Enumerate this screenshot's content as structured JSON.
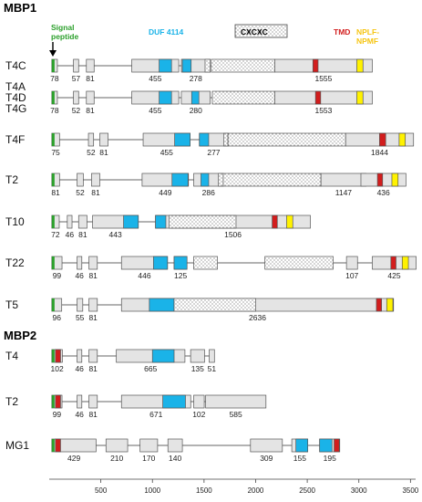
{
  "sections": [
    {
      "title": "MBP1"
    },
    {
      "title": "MBP2"
    }
  ],
  "legend": {
    "signal_peptide": {
      "line1": "Signal",
      "line2": "peptide",
      "color": "#2ca02c"
    },
    "duf": {
      "label": "DUF 4114",
      "color": "#1ab3e8"
    },
    "cxcxc": {
      "label": "CXCXC"
    },
    "tmd": {
      "label": "TMD",
      "color": "#d21d1d"
    },
    "nplf": {
      "line1": "NPLF-",
      "line2": "NPMF",
      "color": "#f6c514"
    }
  },
  "colors": {
    "gray_box": "#e4e4e4",
    "box_stroke": "#555555",
    "signal": "#2ca02c",
    "duf": "#1ab3e8",
    "tmd": "#d21d1d",
    "nplf": "#fff200"
  },
  "rows": [
    {
      "labels": [
        "T4C"
      ],
      "elements": [
        {
          "type": "segment",
          "start": 25,
          "end": 79,
          "label": "78"
        },
        {
          "type": "segment",
          "start": 235,
          "end": 285,
          "label": "57"
        },
        {
          "type": "segment",
          "start": 360,
          "end": 435,
          "label": "81"
        },
        {
          "type": "segment",
          "start": 800,
          "end": 1255,
          "label": "455",
          "blocks": [
            {
              "kind": "duf",
              "start": 1065,
              "end": 1185
            }
          ]
        },
        {
          "type": "segment",
          "start": 1280,
          "end": 1560,
          "label": "278",
          "blocks": [
            {
              "kind": "duf",
              "start": 1290,
              "end": 1375
            }
          ]
        },
        {
          "type": "cxcxc",
          "start": 1510,
          "end": 1560
        },
        {
          "type": "cxcxc",
          "start": 1570,
          "end": 2185
        },
        {
          "type": "segment",
          "start": 2185,
          "end": 3130,
          "label": "1555",
          "blocks": [
            {
              "kind": "tmd",
              "start": 2555,
              "end": 2605
            },
            {
              "kind": "nplf",
              "start": 2980,
              "end": 3040
            }
          ]
        }
      ]
    },
    {
      "labels": [
        "T4A",
        "T4D",
        "T4G"
      ],
      "elements": [
        {
          "type": "segment",
          "start": 25,
          "end": 79,
          "label": "78"
        },
        {
          "type": "segment",
          "start": 235,
          "end": 285,
          "label": "52"
        },
        {
          "type": "segment",
          "start": 360,
          "end": 435,
          "label": "81"
        },
        {
          "type": "segment",
          "start": 800,
          "end": 1255,
          "label": "455",
          "blocks": [
            {
              "kind": "duf",
              "start": 1065,
              "end": 1185
            }
          ]
        },
        {
          "type": "segment",
          "start": 1280,
          "end": 1560,
          "label": "280",
          "blocks": [
            {
              "kind": "duf",
              "start": 1380,
              "end": 1450
            }
          ]
        },
        {
          "type": "cxcxc",
          "start": 1580,
          "end": 2185
        },
        {
          "type": "segment",
          "start": 2185,
          "end": 3130,
          "label": "1553",
          "blocks": [
            {
              "kind": "tmd",
              "start": 2580,
              "end": 2630
            },
            {
              "kind": "nplf",
              "start": 2980,
              "end": 3040
            }
          ]
        }
      ]
    },
    {
      "labels": [
        "T4F"
      ],
      "elements": [
        {
          "type": "segment",
          "start": 25,
          "end": 100,
          "label": "75"
        },
        {
          "type": "segment",
          "start": 380,
          "end": 430,
          "label": "52"
        },
        {
          "type": "segment",
          "start": 490,
          "end": 570,
          "label": "81"
        },
        {
          "type": "segment",
          "start": 910,
          "end": 1365,
          "label": "455",
          "blocks": [
            {
              "kind": "duf",
              "start": 1215,
              "end": 1365
            }
          ]
        },
        {
          "type": "segment",
          "start": 1455,
          "end": 1732,
          "label": "277",
          "blocks": [
            {
              "kind": "duf",
              "start": 1455,
              "end": 1545
            }
          ]
        },
        {
          "type": "cxcxc",
          "start": 1690,
          "end": 1732
        },
        {
          "type": "cxcxc",
          "start": 1732,
          "end": 2872
        },
        {
          "type": "segment",
          "start": 2872,
          "end": 3530,
          "label": "1844",
          "blocks": [
            {
              "kind": "tmd",
              "start": 3200,
              "end": 3260
            },
            {
              "kind": "nplf",
              "start": 3390,
              "end": 3450
            }
          ]
        }
      ]
    },
    {
      "labels": [
        "T2"
      ],
      "elements": [
        {
          "type": "segment",
          "start": 25,
          "end": 100,
          "label": "81"
        },
        {
          "type": "segment",
          "start": 270,
          "end": 330,
          "label": "52"
        },
        {
          "type": "segment",
          "start": 410,
          "end": 490,
          "label": "81"
        },
        {
          "type": "segment",
          "start": 900,
          "end": 1349,
          "label": "449",
          "blocks": [
            {
              "kind": "duf",
              "start": 1190,
              "end": 1345
            }
          ]
        },
        {
          "type": "segment",
          "start": 1400,
          "end": 1686,
          "label": "286",
          "blocks": [
            {
              "kind": "duf",
              "start": 1470,
              "end": 1545
            }
          ]
        },
        {
          "type": "cxcxc",
          "start": 1640,
          "end": 1686
        },
        {
          "type": "cxcxc",
          "start": 1686,
          "end": 2633
        },
        {
          "type": "segment",
          "start": 2633,
          "end": 3070,
          "label": "1147"
        },
        {
          "type": "segment",
          "start": 3020,
          "end": 3456,
          "label": "436",
          "blocks": [
            {
              "kind": "tmd",
              "start": 3180,
              "end": 3230
            },
            {
              "kind": "nplf",
              "start": 3320,
              "end": 3380
            }
          ]
        }
      ]
    },
    {
      "labels": [
        "T10"
      ],
      "elements": [
        {
          "type": "segment",
          "start": 25,
          "end": 97,
          "label": "72"
        },
        {
          "type": "segment",
          "start": 175,
          "end": 221,
          "label": "46"
        },
        {
          "type": "segment",
          "start": 285,
          "end": 366,
          "label": "81"
        },
        {
          "type": "segment",
          "start": 420,
          "end": 863,
          "label": "443",
          "blocks": [
            {
              "kind": "duf",
              "start": 720,
              "end": 863
            }
          ]
        },
        {
          "type": "segment",
          "start": 1030,
          "end": 2530,
          "label": "1506",
          "blocks": [
            {
              "kind": "duf",
              "start": 1030,
              "end": 1130
            },
            {
              "kind": "tmd",
              "start": 2160,
              "end": 2210
            },
            {
              "kind": "nplf",
              "start": 2300,
              "end": 2360
            }
          ]
        },
        {
          "type": "cxcxc",
          "start": 1160,
          "end": 1810
        }
      ]
    },
    {
      "labels": [
        "T22"
      ],
      "elements": [
        {
          "type": "segment",
          "start": 25,
          "end": 124,
          "label": "99"
        },
        {
          "type": "segment",
          "start": 270,
          "end": 316,
          "label": "46"
        },
        {
          "type": "segment",
          "start": 385,
          "end": 466,
          "label": "81"
        },
        {
          "type": "segment",
          "start": 700,
          "end": 1146,
          "label": "446",
          "blocks": [
            {
              "kind": "duf",
              "start": 1010,
              "end": 1146
            }
          ]
        },
        {
          "type": "segment",
          "start": 1210,
          "end": 1335,
          "label": "125",
          "blocks": [
            {
              "kind": "duf",
              "start": 1210,
              "end": 1335
            }
          ]
        },
        {
          "type": "cxcxc",
          "start": 1400,
          "end": 1630
        },
        {
          "type": "cxcxc",
          "start": 2090,
          "end": 2751
        },
        {
          "type": "segment",
          "start": 2880,
          "end": 2987,
          "label": "107"
        },
        {
          "type": "segment",
          "start": 3130,
          "end": 3555,
          "label": "425",
          "blocks": [
            {
              "kind": "tmd",
              "start": 3310,
              "end": 3360
            },
            {
              "kind": "nplf",
              "start": 3420,
              "end": 3480
            }
          ]
        }
      ]
    },
    {
      "labels": [
        "T5"
      ],
      "elements": [
        {
          "type": "segment",
          "start": 25,
          "end": 121,
          "label": "96"
        },
        {
          "type": "segment",
          "start": 270,
          "end": 325,
          "label": "55"
        },
        {
          "type": "segment",
          "start": 385,
          "end": 466,
          "label": "81"
        },
        {
          "type": "segment",
          "start": 700,
          "end": 3336,
          "label": "2636",
          "blocks": [
            {
              "kind": "duf",
              "start": 970,
              "end": 1210
            },
            {
              "kind": "tmd",
              "start": 3170,
              "end": 3220
            },
            {
              "kind": "nplf",
              "start": 3270,
              "end": 3330
            }
          ]
        },
        {
          "type": "cxcxc",
          "start": 1210,
          "end": 2000
        }
      ]
    },
    {
      "labels": [
        "T4"
      ],
      "elements": [
        {
          "type": "segment",
          "start": 25,
          "end": 127,
          "label": "102",
          "blocks": [
            {
              "kind": "tmd",
              "start": 60,
              "end": 110
            }
          ]
        },
        {
          "type": "segment",
          "start": 270,
          "end": 316,
          "label": "46"
        },
        {
          "type": "segment",
          "start": 385,
          "end": 466,
          "label": "81"
        },
        {
          "type": "segment",
          "start": 650,
          "end": 1315,
          "label": "665",
          "blocks": [
            {
              "kind": "duf",
              "start": 1000,
              "end": 1210
            }
          ]
        },
        {
          "type": "segment",
          "start": 1370,
          "end": 1505,
          "label": "135"
        },
        {
          "type": "segment",
          "start": 1550,
          "end": 1601,
          "label": "51"
        }
      ]
    },
    {
      "labels": [
        "T2"
      ],
      "elements": [
        {
          "type": "segment",
          "start": 25,
          "end": 124,
          "label": "99",
          "blocks": [
            {
              "kind": "tmd",
              "start": 60,
              "end": 110
            }
          ]
        },
        {
          "type": "segment",
          "start": 270,
          "end": 316,
          "label": "46"
        },
        {
          "type": "segment",
          "start": 385,
          "end": 466,
          "label": "81"
        },
        {
          "type": "segment",
          "start": 700,
          "end": 1371,
          "label": "671",
          "blocks": [
            {
              "kind": "duf",
              "start": 1100,
              "end": 1320
            }
          ]
        },
        {
          "type": "segment",
          "start": 1400,
          "end": 1502,
          "label": "102"
        },
        {
          "type": "segment",
          "start": 1515,
          "end": 2100,
          "label": "585"
        }
      ]
    },
    {
      "labels": [
        "MG1"
      ],
      "elements": [
        {
          "type": "segment",
          "start": 25,
          "end": 454,
          "label": "429",
          "blocks": [
            {
              "kind": "tmd",
              "start": 60,
              "end": 110
            }
          ]
        },
        {
          "type": "segment",
          "start": 550,
          "end": 760,
          "label": "210"
        },
        {
          "type": "segment",
          "start": 880,
          "end": 1050,
          "label": "170"
        },
        {
          "type": "segment",
          "start": 1150,
          "end": 1290,
          "label": "140"
        },
        {
          "type": "segment",
          "start": 1950,
          "end": 2259,
          "label": "309"
        },
        {
          "type": "segment",
          "start": 2350,
          "end": 2505,
          "label": "155",
          "blocks": [
            {
              "kind": "duf",
              "start": 2390,
              "end": 2505
            }
          ]
        },
        {
          "type": "segment",
          "start": 2620,
          "end": 2815,
          "label": "195",
          "blocks": [
            {
              "kind": "duf",
              "start": 2620,
              "end": 2740
            },
            {
              "kind": "tmd",
              "start": 2760,
              "end": 2810
            }
          ]
        }
      ]
    }
  ],
  "axis": {
    "min": 0,
    "max": 3550,
    "ticks": [
      500,
      1000,
      1500,
      2000,
      2500,
      3000,
      3500
    ],
    "tick_labels": [
      "500",
      "1000",
      "1500",
      "2000",
      "2500",
      "3000",
      "3500"
    ]
  }
}
